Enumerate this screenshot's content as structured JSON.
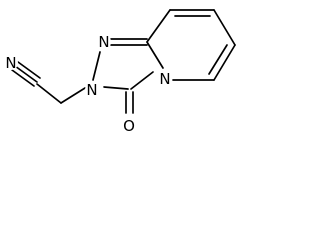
{
  "molecule": {
    "atom_labels": {
      "nitrile_nitrogen": "N",
      "triazole_n1": "N",
      "triazole_n2": "N",
      "bridgehead_n": "N",
      "carbonyl_oxygen": "O"
    },
    "colors": {
      "bond": "#000000",
      "label": "#000000",
      "background": "#ffffff"
    }
  }
}
